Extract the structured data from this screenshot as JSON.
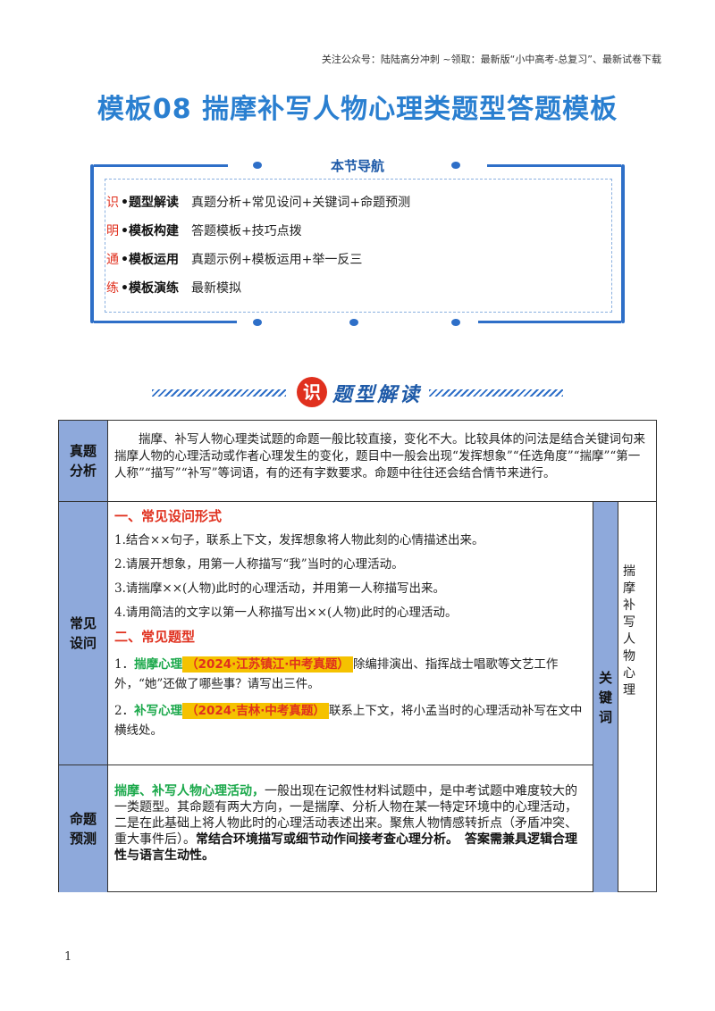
{
  "header": {
    "note": "关注公众号：陆陆高分冲刺 ~领取：最新版“小中高考-总复习”、最新试卷下载",
    "title": "模板08  揣摩补写人物心理类题型答题模板"
  },
  "nav": {
    "title": "本节导航",
    "rows": [
      {
        "char": "识",
        "label": "•题型解读",
        "desc": "真题分析+常见设问+关键词+命题预测"
      },
      {
        "char": "明",
        "label": "•模板构建",
        "desc": "答题模板+技巧点拨"
      },
      {
        "char": "通",
        "label": "•模板运用",
        "desc": "真题示例+模板运用+举一反三"
      },
      {
        "char": "练",
        "label": "•模板演练",
        "desc": "最新模拟"
      }
    ]
  },
  "banner": {
    "seal": "识",
    "title": "题型解读"
  },
  "table": {
    "row1": {
      "head": "真题分析",
      "text": "揣摩、补写人物心理类试题的命题一般比较直接，变化不大。比较具体的问法是结合关键词句来揣摩人物的心理活动或作者心理发生的变化，题目中一般会出现“发挥想象”“任选角度”“揣摩”“第一人称”“描写”“补写”等词语，有的还有字数要求。命题中往往还会结合情节来进行。"
    },
    "row2": {
      "head": "常见设问",
      "section1": "一、常见设问形式",
      "items": [
        "1.结合××句子，联系上下文，发挥想象将人物此刻的心情描述出来。",
        "2.请展开想象，用第一人称描写“我”当时的心理活动。",
        "3.请揣摩××(人物)此时的心理活动，并用第一人称描写出来。",
        "4.请用简洁的文字以第一人称描写出××(人物)此时的心理活动。"
      ],
      "section2": "二、常见题型",
      "q1": {
        "num": "1．",
        "type": "揣摩心理",
        "tag": "（2024·江苏镇江·中考真题）",
        "text": "除编排演出、指挥战士唱歌等文艺工作外，“她”还做了哪些事？请写出三件。"
      },
      "q2": {
        "num": "2．",
        "type": "补写心理",
        "tag": "（2024·吉林·中考真题）",
        "text": "联系上下文，将小孟当时的心理活动补写在文中横线处。"
      },
      "keyword_head": "关键词",
      "keyword": "揣摩补写人物心理"
    },
    "row3": {
      "head": "命题预测",
      "lead": "揣摩、补写人物心理活动，",
      "text1": "一般出现在记叙性材料试题中，是中考试题中难度较大的一类题型。其命题有两大方向，一是揣摩、分析人物在某一特定环境中的心理活动，二是在此基础上将人物此时的心理活动表述出来。聚焦人物情感转折点（矛盾冲突、重大事件后）。",
      "bold1": "常结合环境描写或细节动作间接考查心理分析。",
      "bold2": "答案需兼具逻辑合理性与语言生动性。"
    }
  },
  "page_number": "1"
}
